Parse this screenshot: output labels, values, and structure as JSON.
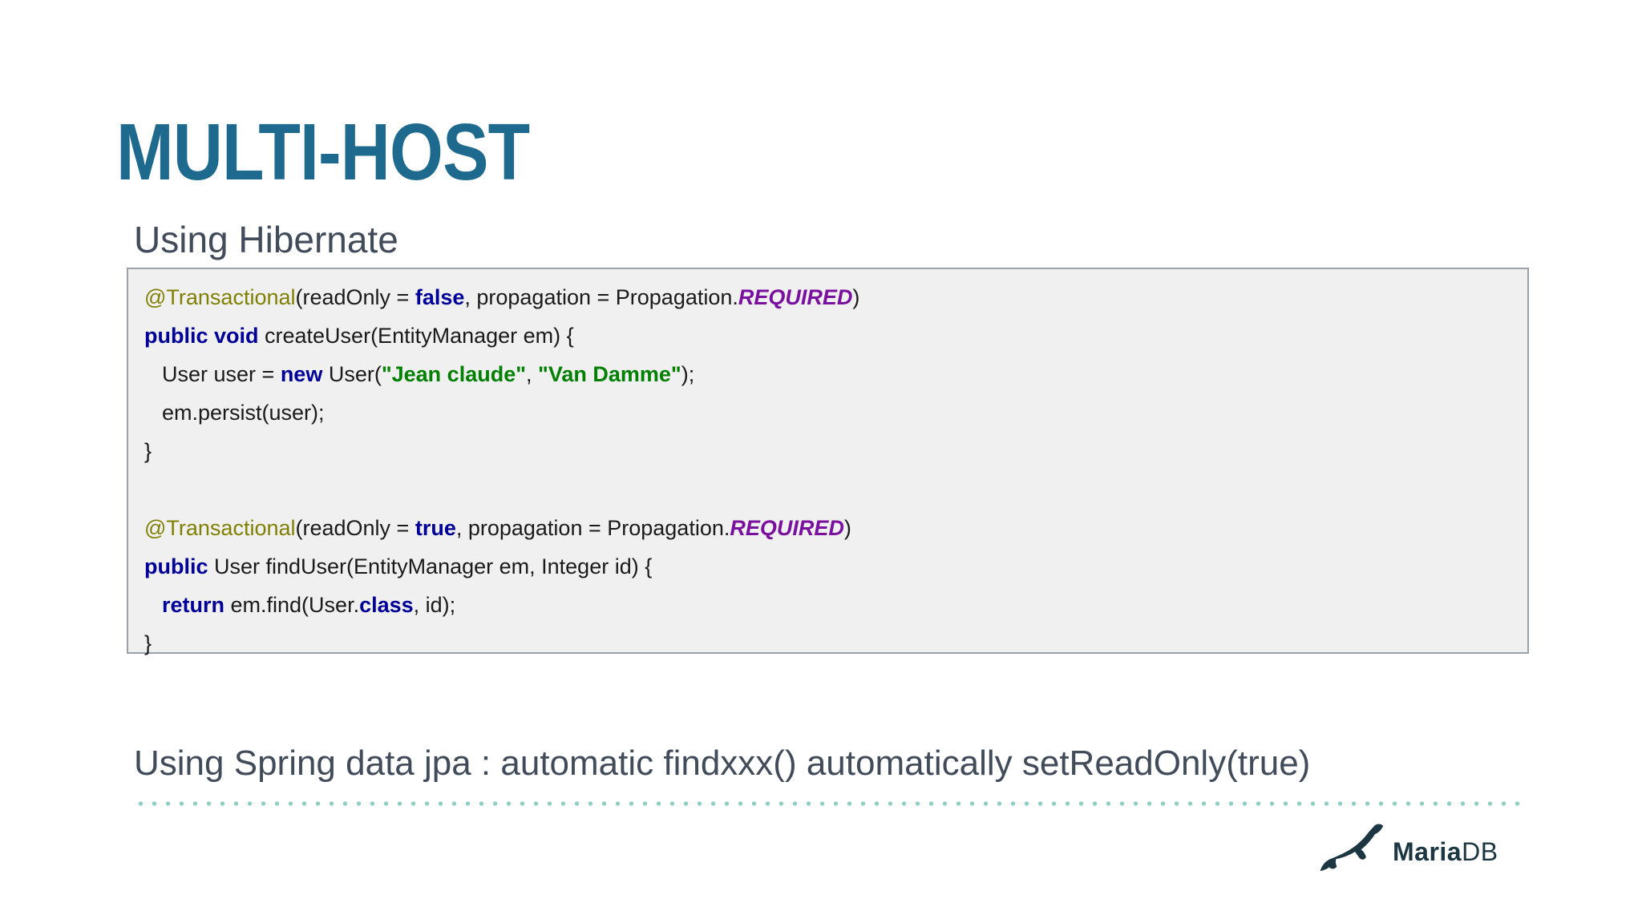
{
  "slide": {
    "title": "MULTI-HOST",
    "subtitle": "Using Hibernate",
    "bottom_heading": "Using Spring data jpa : automatic findxxx() automatically setReadOnly(true)"
  },
  "code_block": {
    "language": "java",
    "lines": [
      {
        "indent": 0,
        "segments": [
          {
            "text": "@Transactional",
            "style": "annotation"
          },
          {
            "text": "(readOnly = ",
            "style": "plain"
          },
          {
            "text": "false",
            "style": "keyword"
          },
          {
            "text": ", propagation = Propagation.",
            "style": "plain"
          },
          {
            "text": "REQUIRED",
            "style": "constant"
          },
          {
            "text": ")",
            "style": "plain"
          }
        ]
      },
      {
        "indent": 0,
        "segments": [
          {
            "text": "public void",
            "style": "keyword"
          },
          {
            "text": " createUser(EntityManager em) {",
            "style": "plain"
          }
        ]
      },
      {
        "indent": 1,
        "segments": [
          {
            "text": "User user = ",
            "style": "plain"
          },
          {
            "text": "new",
            "style": "keyword"
          },
          {
            "text": " User(",
            "style": "plain"
          },
          {
            "text": "\"Jean claude\"",
            "style": "string"
          },
          {
            "text": ", ",
            "style": "plain"
          },
          {
            "text": "\"Van Damme\"",
            "style": "string"
          },
          {
            "text": ");",
            "style": "plain"
          }
        ]
      },
      {
        "indent": 1,
        "segments": [
          {
            "text": "em.persist(user);",
            "style": "plain"
          }
        ]
      },
      {
        "indent": 0,
        "segments": [
          {
            "text": "}",
            "style": "plain"
          }
        ]
      },
      {
        "indent": 0,
        "segments": []
      },
      {
        "indent": 0,
        "segments": [
          {
            "text": "@Transactional",
            "style": "annotation"
          },
          {
            "text": "(readOnly = ",
            "style": "plain"
          },
          {
            "text": "true",
            "style": "keyword"
          },
          {
            "text": ", propagation = Propagation.",
            "style": "plain"
          },
          {
            "text": "REQUIRED",
            "style": "constant"
          },
          {
            "text": ")",
            "style": "plain"
          }
        ]
      },
      {
        "indent": 0,
        "segments": [
          {
            "text": "public",
            "style": "keyword"
          },
          {
            "text": " User findUser(EntityManager em, Integer id) {",
            "style": "plain"
          }
        ]
      },
      {
        "indent": 1,
        "segments": [
          {
            "text": "return",
            "style": "keyword"
          },
          {
            "text": " em.find(User.",
            "style": "plain"
          },
          {
            "text": "class",
            "style": "keyword"
          },
          {
            "text": ", id);",
            "style": "plain"
          }
        ]
      },
      {
        "indent": 0,
        "segments": [
          {
            "text": "}",
            "style": "plain"
          }
        ]
      }
    ]
  },
  "logo": {
    "brand_bold": "Maria",
    "brand_regular": "DB",
    "icon": "mariadb-seal-icon"
  },
  "colors": {
    "title": "#1E6A8E",
    "heading": "#414B5A",
    "code_background": "#F0F0F1",
    "code_border": "#9DA0A4",
    "code_plain": "#1A1A1A",
    "code_annotation": "#808000",
    "code_keyword": "#000099",
    "code_constant": "#7A119E",
    "code_string": "#008000",
    "dotted_divider": "#8FCEC2",
    "logo": "#1C3742",
    "page_background": "#FFFFFF"
  }
}
